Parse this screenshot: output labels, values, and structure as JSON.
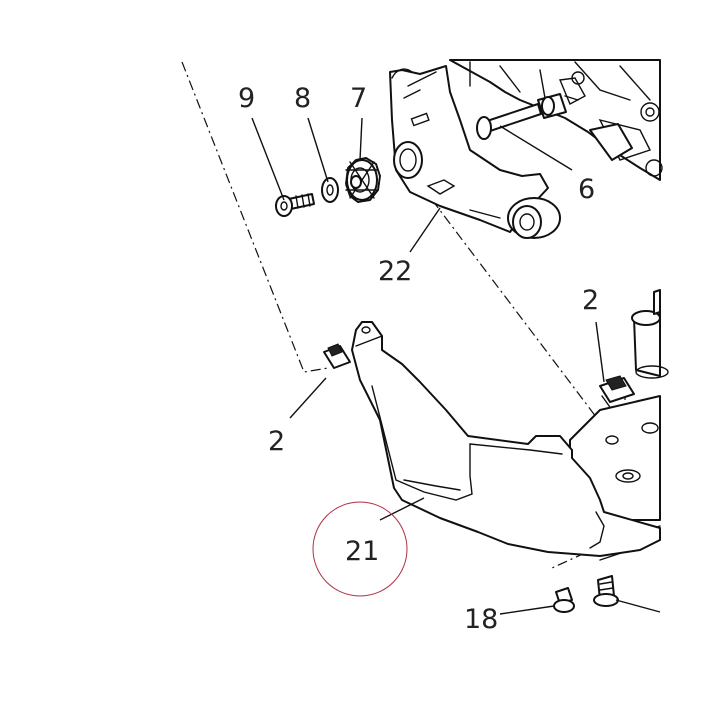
{
  "callouts": {
    "c9": "9",
    "c8": "8",
    "c7": "7",
    "c6": "6",
    "c22": "22",
    "c2a": "2",
    "c2b": "2",
    "c21": "21",
    "c18": "18"
  },
  "colors": {
    "line": "#111111",
    "highlight_circle": "#b03040",
    "background": "#ffffff"
  }
}
